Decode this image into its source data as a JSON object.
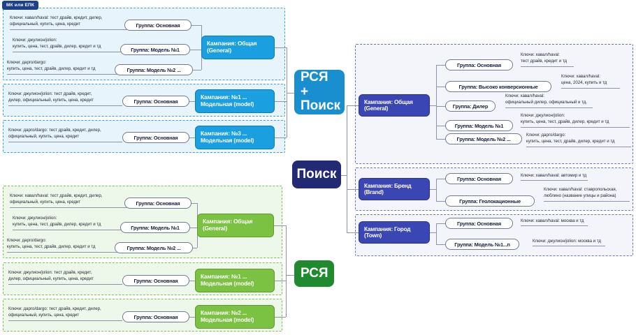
{
  "badge": {
    "label": "МК или ЕПК"
  },
  "channels": [
    {
      "name": "rsya-plus-poisk",
      "line1": "РСЯ +",
      "line2": "Поиск",
      "color": "#1a8fd0"
    },
    {
      "name": "poisk",
      "line1": "Поиск",
      "line2": "",
      "color": "#232a75"
    },
    {
      "name": "rsya",
      "line1": "РСЯ",
      "line2": "",
      "color": "#1f8a2e"
    }
  ],
  "rsya_poisk": {
    "blocks": [
      {
        "campaign": "Кампания: Общая (General)",
        "campaign_line1": "Кампания: Общая",
        "campaign_line2": "(General)",
        "groups": [
          {
            "label": "Группа: Основная",
            "keys_line1": "Ключи: хавал/haval: тест драйв, кредит, дилер,",
            "keys_line2": "официальный, купить, цена, кредит"
          },
          {
            "label": "Группа: Модель №1",
            "keys_line1": "Ключи: джулион/jolion:",
            "keys_line2": "купить, цена, тест, драйв, дилер, кредит и тд"
          },
          {
            "label": "Группа: Модель №2 ...",
            "keys_line1": "Ключи: дарго/dargo:",
            "keys_line2": "купить, цена, тест, драйв, дилер, кредит и тд"
          }
        ]
      },
      {
        "campaign_line1": "Кампания: №1 ...",
        "campaign_line2": "Модельная (model)",
        "groups": [
          {
            "label": "Группа: Основная",
            "keys_line1": "Ключи: джулион/jolion: тест драйв, кредит,",
            "keys_line2": "дилер, официальный, купить, цена, кредит"
          }
        ]
      },
      {
        "campaign_line1": "Кампания: №3 ...",
        "campaign_line2": "Модельная (model)",
        "groups": [
          {
            "label": "Группа: Основная",
            "keys_line1": "Ключи: дарго/dargo: тест драйв, кредит, дилер,",
            "keys_line2": "официальный, купить, цена, кредит"
          }
        ]
      }
    ]
  },
  "rsya": {
    "blocks": [
      {
        "campaign_line1": "Кампания: Общая",
        "campaign_line2": "(General)",
        "groups": [
          {
            "label": "Группа: Основная",
            "keys_line1": "Ключи: хавал/haval: тест драйв, кредит, дилер,",
            "keys_line2": "официальный, купить, цена, кредит"
          },
          {
            "label": "Группа: Модель №1",
            "keys_line1": "Ключи: джулион/jolion:",
            "keys_line2": "купить, цена, тест, драйв, дилер, кредит и тд"
          },
          {
            "label": "Группа: Модель №2 ...",
            "keys_line1": "Ключи: дарго/dargo:",
            "keys_line2": "купить, цена, тест, драйв, дилер, кредит и тд"
          }
        ]
      },
      {
        "campaign_line1": "Кампания: №1 ...",
        "campaign_line2": "Модельная (model)",
        "groups": [
          {
            "label": "Группа: Основная",
            "keys_line1": "Ключи: джулион/jolion: тест драйв, кредит,",
            "keys_line2": "дилер, официальный, купить, цена, кредит"
          }
        ]
      },
      {
        "campaign_line1": "Кампания: №2 ...",
        "campaign_line2": "Модельная (model)",
        "groups": [
          {
            "label": "Группа: Основная",
            "keys_line1": "Ключи: дарго/dargo: тест драйв, кредит, дилер,",
            "keys_line2": "официальный, купить, цена, кредит"
          }
        ]
      }
    ]
  },
  "poisk": {
    "blocks": [
      {
        "campaign_line1": "Кампания: Общая",
        "campaign_line2": "(General)",
        "groups": [
          {
            "label": "Группа: Основная",
            "keys_line1": "Ключи: хавал/haval:",
            "keys_line2": "тест драйв, кредит и тд"
          },
          {
            "label": "Группа: Высоко конверсионные",
            "keys_line1": "Ключи: хавал/haval:",
            "keys_line2": "цена, 2024, купить и тд"
          },
          {
            "label": "Группа: Дилер",
            "keys_line1": "Ключи: хавал/haval:",
            "keys_line2": "официальный дилер, официальный и тд."
          },
          {
            "label": "Группа: Модель №1",
            "keys_line1": "Ключи: джулион/jolion:",
            "keys_line2": "купить, цена, тест, драйв, дилер, кредит и тд"
          },
          {
            "label": "Группа: Модель №2 ...",
            "keys_line1": "Ключи: дарго/dargo:",
            "keys_line2": "купить, цена, тест, драйв, дилер, кредит и тд"
          }
        ]
      },
      {
        "campaign_line1": "Кампания: Бренд",
        "campaign_line2": "(Brand)",
        "groups": [
          {
            "label": "Группа: Основная",
            "keys_line1": "Ключи: хавал/haval: автомир и тд",
            "keys_line2": ""
          },
          {
            "label": "Группа: Геолокационные",
            "keys_line1": "Ключи: хавал/haval: ставропольская,",
            "keys_line2": "люблино (название улицы и района)"
          }
        ]
      },
      {
        "campaign_line1": "Кампания: Город",
        "campaign_line2": "(Town)",
        "groups": [
          {
            "label": "Группа: Основная",
            "keys_line1": "Ключи: хавал/haval: москва и тд",
            "keys_line2": ""
          },
          {
            "label": "Группа: Модель №1...n",
            "keys_line1": "Ключи: джулион/jolion:  москва и тд",
            "keys_line2": ""
          }
        ]
      }
    ]
  }
}
